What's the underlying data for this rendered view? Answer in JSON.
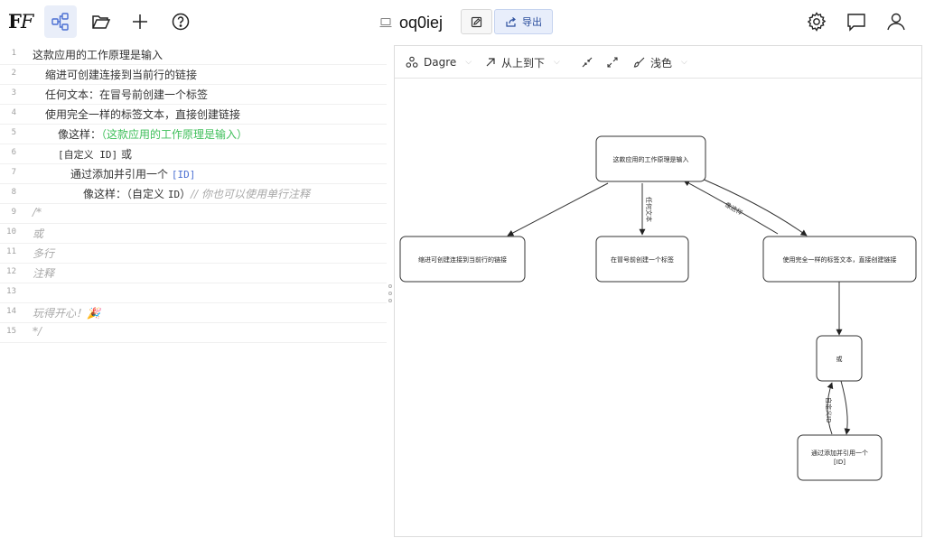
{
  "app": {
    "logo_a": "F",
    "logo_b": "F"
  },
  "document": {
    "title": "oq0iej"
  },
  "toolbar": {
    "export_label": "导出"
  },
  "editor": {
    "lines": [
      {
        "n": "1",
        "parts": [
          "这款应用的工作原理是输入"
        ]
      },
      {
        "n": "2",
        "parts": [
          "缩进可创建连接到当前行的链接"
        ]
      },
      {
        "n": "3",
        "parts": [
          "任何文本：在冒号前创建一个标签"
        ]
      },
      {
        "n": "4",
        "parts": [
          "使用完全一样的标签文本，直接创建链接"
        ]
      },
      {
        "n": "5",
        "parts": [
          "像这样：",
          "（这款应用的工作原理是输入）"
        ]
      },
      {
        "n": "6",
        "parts": [
          "[自定义 ID]",
          " 或"
        ]
      },
      {
        "n": "7",
        "parts": [
          "通过添加并引用一个 ",
          "[ID]"
        ]
      },
      {
        "n": "8",
        "parts": [
          "像这样：（自定义 ",
          "ID",
          "）",
          "// 你也可以使用单行注释"
        ]
      },
      {
        "n": "9",
        "parts": [
          "/*"
        ]
      },
      {
        "n": "10",
        "parts": [
          "或"
        ]
      },
      {
        "n": "11",
        "parts": [
          "多行"
        ]
      },
      {
        "n": "12",
        "parts": [
          "注释"
        ]
      },
      {
        "n": "13",
        "parts": [
          ""
        ]
      },
      {
        "n": "14",
        "parts": [
          "玩得开心！🎉"
        ]
      },
      {
        "n": "15",
        "parts": [
          "*/"
        ]
      }
    ]
  },
  "graph_toolbar": {
    "layout": "Dagre",
    "direction": "从上到下",
    "theme": "浅色"
  },
  "graph": {
    "nodes": {
      "root": "这款应用的工作原理是输入",
      "n1": "缩进可创建连接到当前行的链接",
      "n2": "在冒号前创建一个标签",
      "n3": "使用完全一样的标签文本，直接创建链接",
      "n4": "或",
      "n5a": "通过添加并引用一个",
      "n5b": "[ID]"
    },
    "edges": {
      "label_any_text": "任何文本",
      "label_like_this": "像这样",
      "label_custom_id": "自定义ID"
    }
  },
  "colors": {
    "accent": "#2c4f9e",
    "green": "#3fbf5a",
    "blue": "#4a6fd2",
    "comment": "#a8a8a8"
  }
}
